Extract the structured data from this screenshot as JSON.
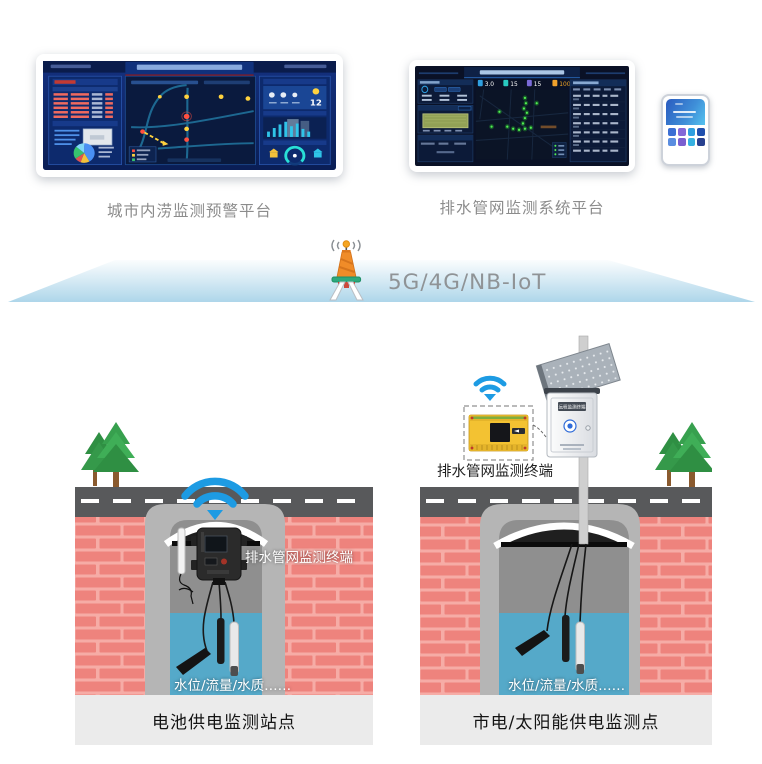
{
  "platforms": {
    "left": {
      "caption": "城市内涝监测预警平台",
      "weather_temp": "12"
    },
    "right": {
      "caption": "排水管网监测系统平台",
      "stats": {
        "s1": "3.0",
        "s2": "15",
        "s3": "15",
        "s4": "100.0"
      }
    }
  },
  "network": {
    "label": "5G/4G/NB-IoT"
  },
  "stations": {
    "left": {
      "device_label": "排水管网监测终端",
      "water_label": "水位/流量/水质……",
      "caption": "电池供电监测站点"
    },
    "right": {
      "terminal_label": "排水管网监测终端",
      "cabinet_label": "远程监测终端",
      "water_label": "水位/流量/水质……",
      "caption": "市电/太阳能供电监测点"
    }
  },
  "colors": {
    "accent_blue": "#1d9be3",
    "water": "#55a9c9",
    "brick": "#ee837d",
    "road": "#58595b",
    "band_top": "#fbfdfe",
    "band_bottom": "#aed6ea"
  }
}
